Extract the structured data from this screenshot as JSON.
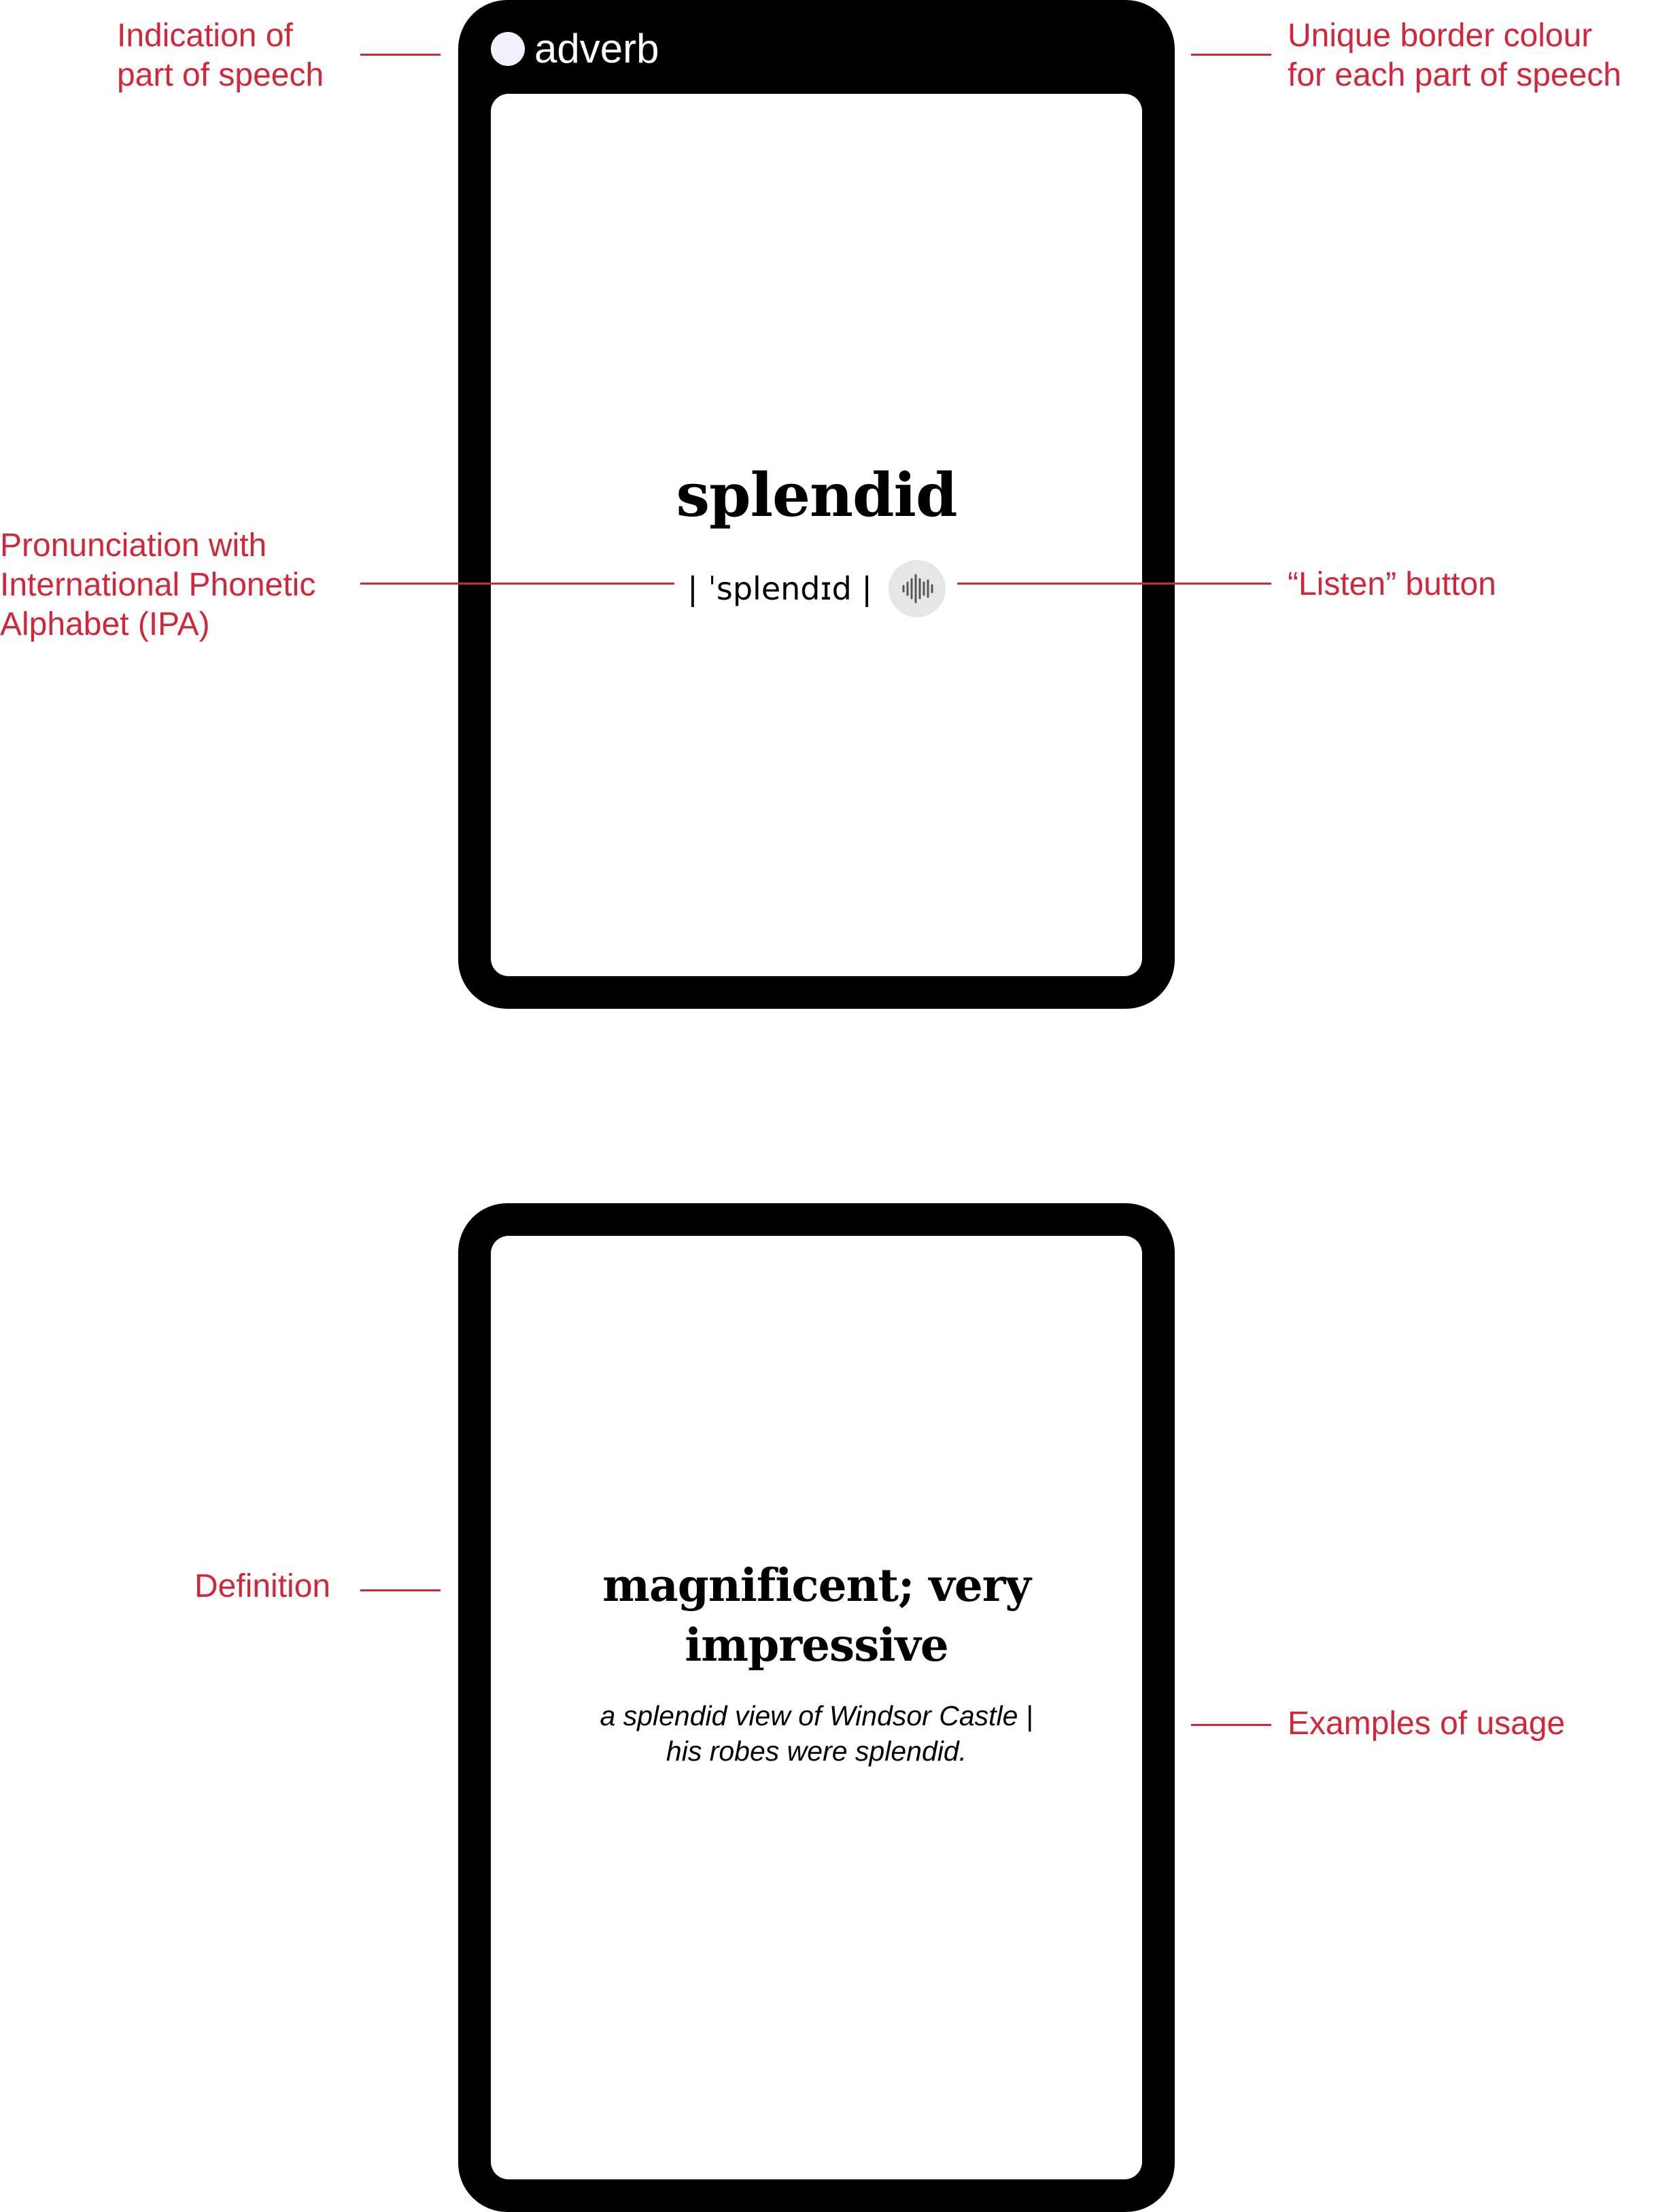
{
  "front_card": {
    "part_of_speech": "adverb",
    "word": "splendid",
    "ipa": "| ˈsplendɪd |",
    "listen_icon": "waveform-icon"
  },
  "back_card": {
    "definition": "magnificent; very impressive",
    "example_line1": "a splendid view of Windsor Castle |",
    "example_line2": "his robes were splendid."
  },
  "annotations": {
    "part_of_speech": [
      "Indication of",
      "part of speech"
    ],
    "border_colour": [
      "Unique border colour",
      "for each part of speech"
    ],
    "pronunciation": [
      "Pronunciation with",
      "International Phonetic",
      "Alphabet (IPA)"
    ],
    "listen": "“Listen” button",
    "definition": "Definition",
    "examples": "Examples of usage"
  },
  "colors": {
    "annotation": "#d0283a",
    "card_border": "#000000",
    "card_background": "#ffffff",
    "listen_button": "#e6e6e6"
  }
}
